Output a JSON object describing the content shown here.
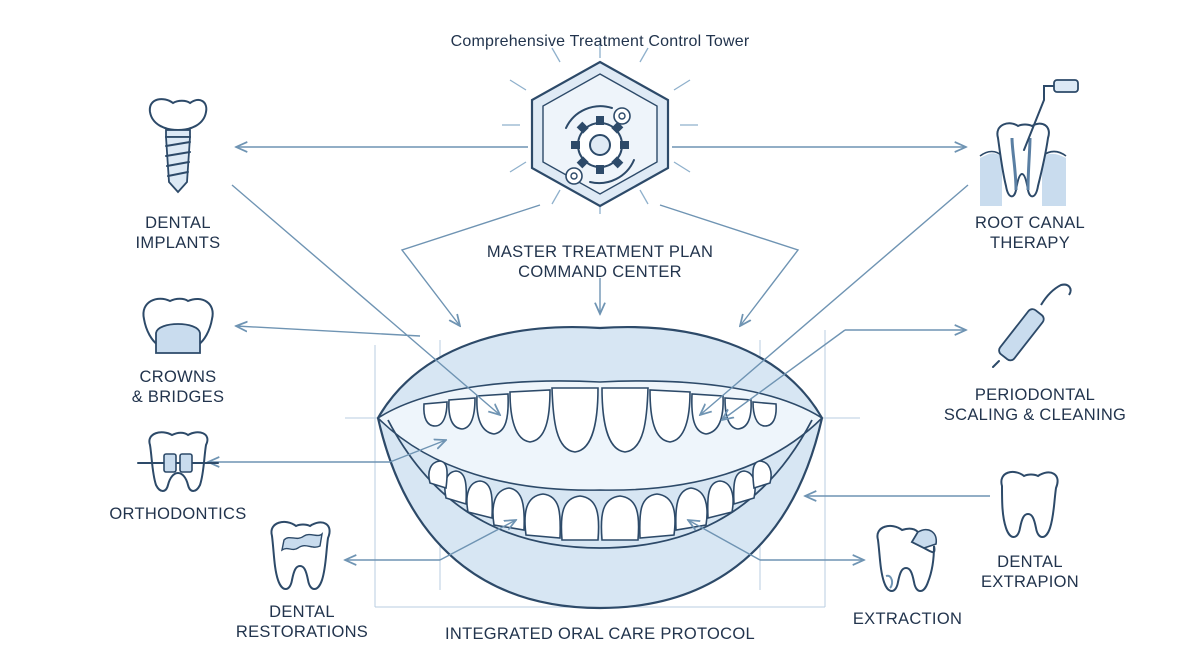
{
  "title": "Comprehensive Treatment Control Tower",
  "center": {
    "line1": "MASTER TREATMENT PLAN",
    "line2": "COMMAND CENTER"
  },
  "bottom_label": "INTEGRATED ORAL CARE PROTOCOL",
  "left_nodes": [
    {
      "id": "dental-implants",
      "line1": "DENTAL",
      "line2": "IMPLANTS",
      "icon": "implant-icon"
    },
    {
      "id": "crowns-bridges",
      "line1": "CROWNS",
      "line2": "& BRIDGES",
      "icon": "crown-icon"
    },
    {
      "id": "orthodontics",
      "line1": "ORTHODONTICS",
      "line2": "",
      "icon": "braces-icon"
    },
    {
      "id": "dental-restorations",
      "line1": "DENTAL",
      "line2": "RESTORATIONS",
      "icon": "cavity-tooth-icon"
    }
  ],
  "right_nodes": [
    {
      "id": "root-canal",
      "line1": "ROOT CANAL",
      "line2": "THERAPY",
      "icon": "root-canal-icon"
    },
    {
      "id": "periodontal",
      "line1": "PERIODONTAL",
      "line2": "SCALING & CLEANING",
      "icon": "scaler-icon"
    },
    {
      "id": "dental-extrapion",
      "line1": "DENTAL",
      "line2": "EXTRAPION",
      "icon": "tooth-icon"
    },
    {
      "id": "extraction",
      "line1": "EXTRACTION",
      "line2": "",
      "icon": "broken-tooth-icon"
    }
  ],
  "colors": {
    "ink": "#2d4a69",
    "connector": "#6f94b3",
    "fill": "#dce9f5",
    "lip": "#c9dcee"
  }
}
